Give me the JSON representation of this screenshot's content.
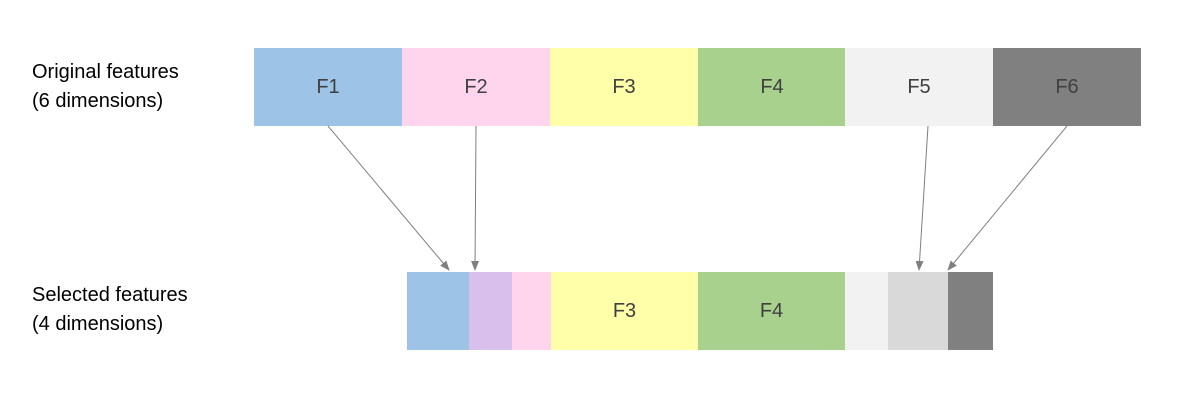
{
  "labels": {
    "original_line1": "Original features",
    "original_line2": "(6 dimensions)",
    "selected_line1": "Selected features",
    "selected_line2": "(4 dimensions)"
  },
  "original_features": [
    {
      "label": "F1",
      "color": "#9DC3E6"
    },
    {
      "label": "F2",
      "color": "#FFD5EE"
    },
    {
      "label": "F3",
      "color": "#FFFFAA"
    },
    {
      "label": "F4",
      "color": "#A9D18E"
    },
    {
      "label": "F5",
      "color": "#F2F2F2"
    },
    {
      "label": "F6",
      "color": "#808080"
    }
  ],
  "selected_features": [
    {
      "label": "",
      "color": "#9DC3E6"
    },
    {
      "label": "",
      "color": "#D9BFEC"
    },
    {
      "label": "",
      "color": "#FFD5EE"
    },
    {
      "label": "F3",
      "color": "#FFFFAA"
    },
    {
      "label": "F4",
      "color": "#A9D18E"
    },
    {
      "label": "",
      "color": "#F2F2F2"
    },
    {
      "label": "",
      "color": "#D9D9D9"
    },
    {
      "label": "",
      "color": "#808080"
    }
  ],
  "arrow_color": "#7F7F7F"
}
